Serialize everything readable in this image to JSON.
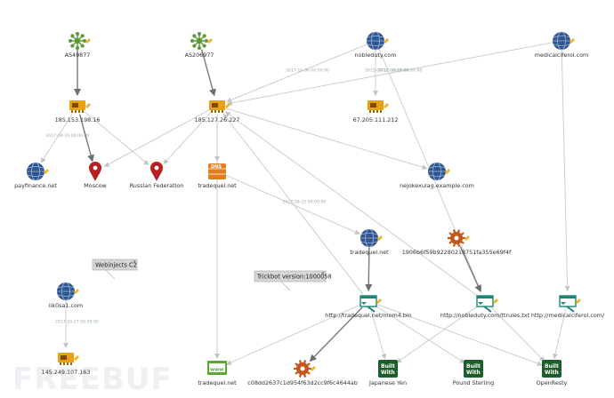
{
  "graph": {
    "watermark": "FREEBUF",
    "nodes": [
      {
        "id": "as49877",
        "type": "as",
        "label": "AS49877"
      },
      {
        "id": "as206977",
        "type": "as",
        "label": "AS206977"
      },
      {
        "id": "nobleduty",
        "type": "domain",
        "label": "nobleduty.com"
      },
      {
        "id": "medicalciferol",
        "type": "domain",
        "label": "medicalciferol.com"
      },
      {
        "id": "ip185_153",
        "type": "ip",
        "label": "185.153.198.16"
      },
      {
        "id": "ip185_127",
        "type": "ip",
        "label": "185.127.26.227"
      },
      {
        "id": "ip67",
        "type": "ip",
        "label": "67.205.111.212"
      },
      {
        "id": "payfinance",
        "type": "domain",
        "label": "payfinance.net"
      },
      {
        "id": "moscow",
        "type": "location",
        "label": "Moscow"
      },
      {
        "id": "russia",
        "type": "location",
        "label": "Russian Federation"
      },
      {
        "id": "tradequel_dns",
        "type": "dns",
        "label": "tradequel.net"
      },
      {
        "id": "nejokexulag",
        "type": "domain",
        "label": "nejokexulag.example.com"
      },
      {
        "id": "tradequel_dom",
        "type": "domain",
        "label": "tradequel.net"
      },
      {
        "id": "hash1906",
        "type": "malware",
        "label": "1906b6f59b92280218751fa355e69f4f"
      },
      {
        "id": "lik0sa1",
        "type": "domain",
        "label": "lik0sa1.com"
      },
      {
        "id": "url_mom4",
        "type": "url",
        "label": "http://tradequel.net/mom4.bin"
      },
      {
        "id": "url_ttrules",
        "type": "url",
        "label": "http://nobleduty.com/ttrules.txt"
      },
      {
        "id": "url_medical",
        "type": "url",
        "label": "http://medicalciferol.com/"
      },
      {
        "id": "ip145",
        "type": "ip",
        "label": "145.249.107.163"
      },
      {
        "id": "tradequel_www",
        "type": "www",
        "label": "tradequel.net"
      },
      {
        "id": "hash_c08d",
        "type": "malware",
        "label": "c08dd2637c1d954f63d2cc9f6c4644ab"
      },
      {
        "id": "jpy",
        "type": "builtwith",
        "label": "Japanese Yen"
      },
      {
        "id": "gbp",
        "type": "builtwith",
        "label": "Pound Sterling"
      },
      {
        "id": "openresty",
        "type": "builtwith",
        "label": "OpenResty"
      }
    ],
    "edges": [
      {
        "from": "as49877",
        "to": "ip185_153",
        "weight": "bold",
        "label": ""
      },
      {
        "from": "as206977",
        "to": "ip185_127",
        "weight": "bold",
        "label": ""
      },
      {
        "from": "nobleduty",
        "to": "ip185_127",
        "weight": "thin",
        "label": "2017-10-06 00:00:00"
      },
      {
        "from": "nobleduty",
        "to": "ip67",
        "weight": "thin",
        "label": "2015-09-18 00:00:00"
      },
      {
        "from": "medicalciferol",
        "to": "ip185_127",
        "weight": "thin",
        "label": "2017-10-10 00:00:00"
      },
      {
        "from": "nobleduty",
        "to": "url_ttrules",
        "weight": "thin",
        "label": ""
      },
      {
        "from": "medicalciferol",
        "to": "url_medical",
        "weight": "thin",
        "label": ""
      },
      {
        "from": "ip185_153",
        "to": "payfinance",
        "weight": "thin",
        "label": "2017-04-19 00:00:00"
      },
      {
        "from": "ip185_153",
        "to": "moscow",
        "weight": "bold",
        "label": ""
      },
      {
        "from": "ip185_153",
        "to": "russia",
        "weight": "thin",
        "label": ""
      },
      {
        "from": "ip185_127",
        "to": "moscow",
        "weight": "thin",
        "label": ""
      },
      {
        "from": "ip185_127",
        "to": "russia",
        "weight": "thin",
        "label": ""
      },
      {
        "from": "ip185_127",
        "to": "tradequel_dns",
        "weight": "thin",
        "label": ""
      },
      {
        "from": "ip185_127",
        "to": "nejokexulag",
        "weight": "thin",
        "label": ""
      },
      {
        "from": "ip185_127",
        "to": "tradequel_www",
        "weight": "thin",
        "label": ""
      },
      {
        "from": "url_mom4",
        "to": "ip185_127",
        "weight": "thin",
        "label": ""
      },
      {
        "from": "url_ttrules",
        "to": "ip185_127",
        "weight": "thin",
        "label": ""
      },
      {
        "from": "tradequel_dns",
        "to": "tradequel_dom",
        "weight": "thin",
        "label": "2017-09-25 00:00:00"
      },
      {
        "from": "tradequel_dom",
        "to": "url_mom4",
        "weight": "bold",
        "label": ""
      },
      {
        "from": "hash1906",
        "to": "url_ttrules",
        "weight": "bold",
        "label": ""
      },
      {
        "from": "url_mom4",
        "to": "hash_c08d",
        "weight": "bold",
        "label": ""
      },
      {
        "from": "url_mom4",
        "to": "tradequel_www",
        "weight": "thin",
        "label": ""
      },
      {
        "from": "url_mom4",
        "to": "jpy",
        "weight": "thin",
        "label": ""
      },
      {
        "from": "url_mom4",
        "to": "gbp",
        "weight": "thin",
        "label": ""
      },
      {
        "from": "url_mom4",
        "to": "openresty",
        "weight": "thin",
        "label": ""
      },
      {
        "from": "url_ttrules",
        "to": "jpy",
        "weight": "thin",
        "label": ""
      },
      {
        "from": "url_ttrules",
        "to": "openresty",
        "weight": "thin",
        "label": ""
      },
      {
        "from": "url_medical",
        "to": "openresty",
        "weight": "thin",
        "label": ""
      },
      {
        "from": "lik0sa1",
        "to": "ip145",
        "weight": "thin",
        "label": "2017-10-27 00:00:00"
      }
    ],
    "tooltips": [
      {
        "id": "tip_webinjects",
        "text": "Webinjects C2",
        "anchor": "lik0sa1"
      },
      {
        "id": "tip_trickbot",
        "text": "Trickbot version:1000058",
        "anchor": "url_mom4"
      }
    ],
    "colors": {
      "as": "#5a9a36",
      "domain": "#2e5691",
      "ip": "#e8a017",
      "location": "#b52121",
      "dns": "#e07d1f",
      "malware": "#c5571c",
      "url": "#1e8572",
      "builtwith": "#1c5e2a",
      "www": "#5aa832",
      "edge": "#c9c9c9",
      "edge_bold": "#7a7a7a",
      "badge": "#f0b429"
    }
  }
}
